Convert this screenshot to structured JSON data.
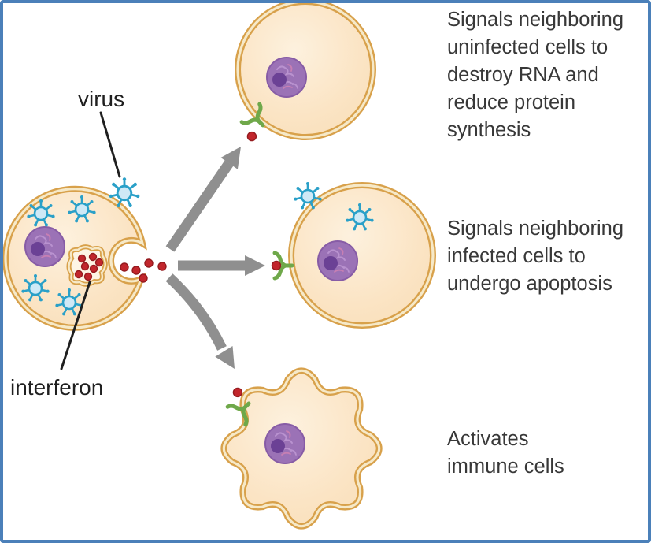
{
  "labels": {
    "virus": "virus",
    "interferon": "interferon"
  },
  "annotations": {
    "uninfected": "Signals neighboring\nuninfected cells to\ndestroy RNA and\nreduce protein\nsynthesis",
    "infected": "Signals neighboring\ninfected cells to\nundergo apoptosis",
    "immune": "Activates\nimmune cells"
  },
  "colors": {
    "frame_border": "#4b80b9",
    "background": "#ffffff",
    "cell_fill": "#fbe4c4",
    "cell_fill_highlight": "#fdf1de",
    "membrane_outer": "#d8a14b",
    "membrane_inner": "#f6e9c8",
    "nucleus_fill": "#9b72b6",
    "nucleus_edge": "#875ca6",
    "nucleolus": "#6b4195",
    "chromatin_light": "#b992cf",
    "chromatin_pink": "#c77fb3",
    "virus_teal": "#2aa0c8",
    "virus_body": "#cfe9f6",
    "interferon_red": "#c2262c",
    "interferon_red_dark": "#951b1f",
    "receptor_green": "#6fa84a",
    "arrow_gray": "#8f8f8f",
    "text_dark": "#383838",
    "label_black": "#1f1f1f"
  }
}
